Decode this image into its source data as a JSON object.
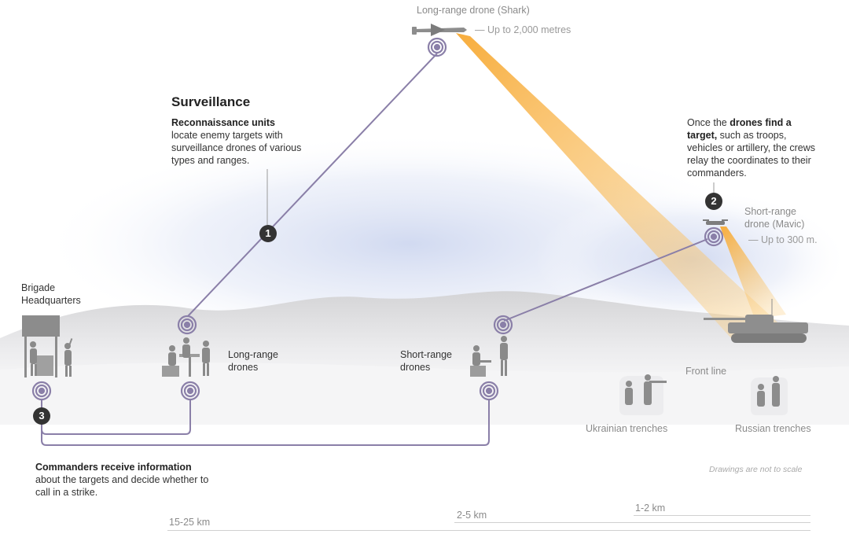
{
  "long_range_drone": {
    "label": "Long-range drone (Shark)",
    "altitude": "— Up to 2,000 metres"
  },
  "surveillance": {
    "title": "Surveillance",
    "bold": "Reconnaissance units",
    "rest": "locate enemy targets with surveillance drones of various types and ranges."
  },
  "step2": {
    "prefix": "Once the ",
    "bold": "drones find a target,",
    "rest": " such as troops, vehicles or artillery, the crews relay the coordinates to their commanders."
  },
  "short_range_drone": {
    "label": "Short-range drone (Mavic)",
    "altitude": "— Up to 300 m."
  },
  "badges": {
    "one": "1",
    "two": "2",
    "three": "3"
  },
  "brigade": {
    "label": "Brigade Headquarters"
  },
  "long_range_team": {
    "label": "Long-range drones"
  },
  "short_range_team": {
    "label": "Short-range drones"
  },
  "front_line": {
    "label": "Front line"
  },
  "ukrainian_trenches": {
    "label": "Ukrainian trenches"
  },
  "russian_trenches": {
    "label": "Russian trenches"
  },
  "commanders": {
    "bold": "Commanders receive information",
    "rest": "about the targets and decide whether to call in a strike."
  },
  "scale_note": "Drawings are not to scale",
  "distances": {
    "far": "15-25 km",
    "mid": "2-5 km",
    "near": "1-2 km"
  },
  "colors": {
    "accent": "#8a7fa8",
    "beam": "#f7a933",
    "badge": "#333333"
  }
}
